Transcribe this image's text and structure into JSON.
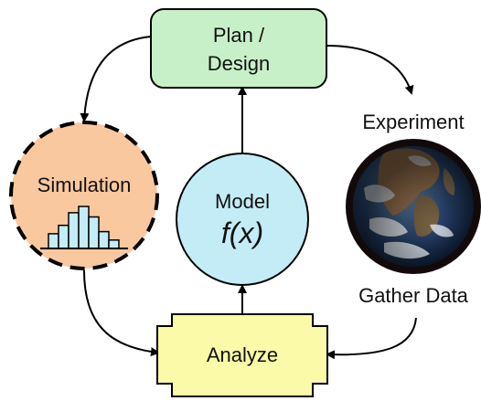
{
  "nodes": {
    "plan": {
      "line1": "Plan /",
      "line2": "Design",
      "fill": "#c8f0c8"
    },
    "simulation": {
      "label": "Simulation",
      "fill": "#f9c89f"
    },
    "model": {
      "label": "Model",
      "formula": "f(x)",
      "fill": "#c4ecf6"
    },
    "experiment": {
      "label": "Experiment"
    },
    "gather": {
      "label": "Gather Data"
    },
    "analyze": {
      "label": "Analyze",
      "fill": "#fafaa8"
    }
  },
  "histogram": {
    "bar_fill": "#c4ecf6",
    "values": [
      0.35,
      0.55,
      0.85,
      1.0,
      0.75,
      0.4,
      0.2
    ]
  },
  "images": {
    "globe": "earth-globe"
  }
}
